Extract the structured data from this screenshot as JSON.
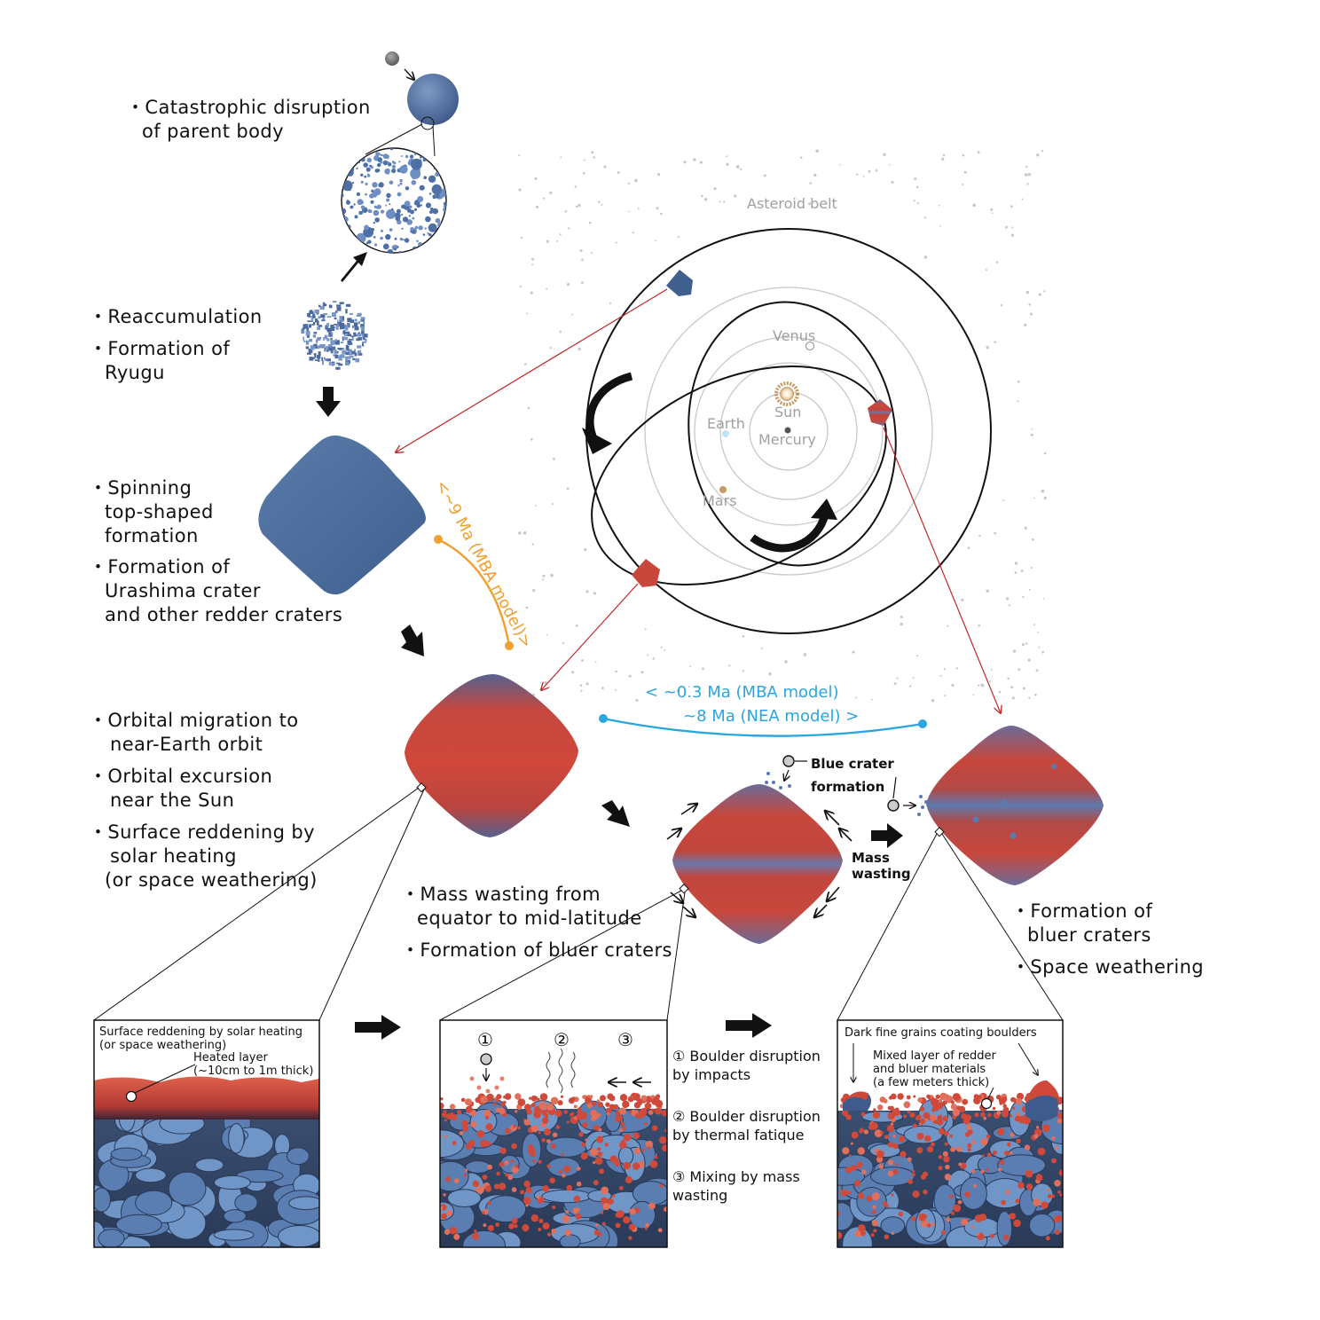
{
  "steps": {
    "disruption": [
      "・Catastrophic disruption",
      "  of parent body"
    ],
    "reaccumulation": [
      "・Reaccumulation"
    ],
    "ryugu_formation": [
      "・Formation of",
      "  Ryugu"
    ],
    "spinning": [
      "・Spinning",
      "  top-shaped",
      "  formation"
    ],
    "urashima": [
      "・Formation of",
      "  Urashima  crater",
      "  and other redder craters"
    ],
    "migration": [
      "・Orbital migration to",
      "   near-Earth orbit"
    ],
    "excursion": [
      "・Orbital excursion",
      "   near the Sun"
    ],
    "reddening": [
      "・Surface reddening by",
      "   solar heating",
      "  (or space weathering)"
    ],
    "mass_wasting": [
      "・Mass wasting from",
      "  equator to mid-latitude"
    ],
    "bluer_craters_mid": [
      "・Formation of bluer craters"
    ],
    "bluer_craters_final": [
      "・Formation of",
      "  bluer craters"
    ],
    "space_weathering": [
      "・Space weathering"
    ]
  },
  "solar_system": {
    "asteroid_belt": "Asteroid belt",
    "venus": "Venus",
    "sun": "Sun",
    "earth": "Earth",
    "mercury": "Mercury",
    "mars": "Mars"
  },
  "timescales": {
    "mba_9": "<~9 Ma (MBA model)>",
    "mba_03": "< ~0.3 Ma (MBA model)",
    "nea_8": "~8 Ma (NEA model) >"
  },
  "annotations": {
    "blue_crater_line1": "Blue crater",
    "blue_crater_line2": "formation",
    "mass_wasting_line1": "Mass",
    "mass_wasting_line2": "wasting"
  },
  "panels": {
    "left": {
      "title_line1": "Surface reddening by solar heating",
      "title_line2": "(or space weathering)",
      "heated_line1": "Heated layer",
      "heated_line2": "(~10cm to 1m thick)"
    },
    "middle": {
      "markers": [
        "①",
        "②",
        "③"
      ],
      "legend": [
        [
          "① Boulder disruption",
          "    by impacts"
        ],
        [
          "② Boulder disruption",
          "    by thermal fatique"
        ],
        [
          "③ Mixing by mass",
          "    wasting"
        ]
      ]
    },
    "right": {
      "title": "Dark fine grains coating boulders",
      "mixed_line1": "Mixed layer of redder",
      "mixed_line2": "and bluer materials",
      "mixed_line3": "(a few meters thick)"
    }
  },
  "colors": {
    "ryugu_blue": "#4d6e9e",
    "ryugu_red": "#cf4638",
    "orange_bracket": "#f0a030",
    "blue_bracket": "#2aa6e0",
    "red_connector": "#c0282a",
    "belt_dots": "#c8c8c8",
    "boulder_blue": "#6f93c6",
    "regolith_red": "#cf4a3a"
  }
}
